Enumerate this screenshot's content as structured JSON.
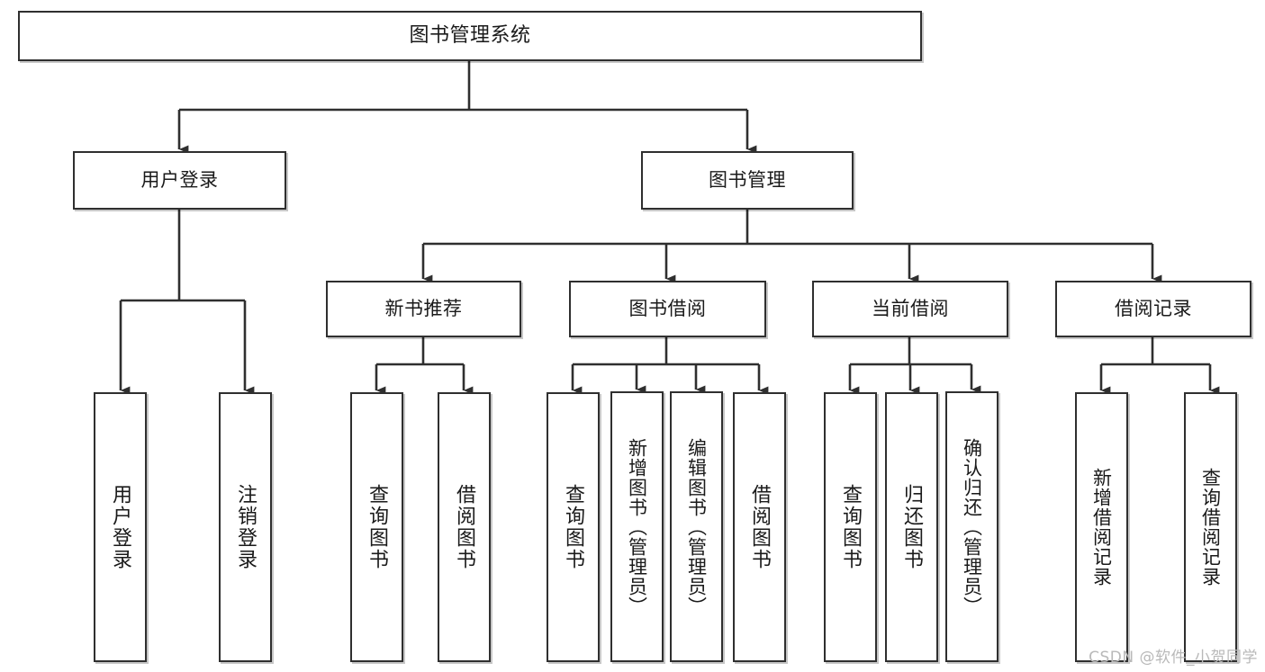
{
  "diagram": {
    "type": "tree",
    "title": "图书管理系统",
    "root": {
      "label": "图书管理系统"
    },
    "level2": [
      {
        "id": "user-login",
        "label": "用户登录"
      },
      {
        "id": "book-manage",
        "label": "图书管理"
      }
    ],
    "level3": [
      {
        "id": "new-book-rec",
        "label": "新书推荐",
        "parent": "book-manage"
      },
      {
        "id": "book-borrow",
        "label": "图书借阅",
        "parent": "book-manage"
      },
      {
        "id": "current-borrow",
        "label": "当前借阅",
        "parent": "book-manage"
      },
      {
        "id": "borrow-record",
        "label": "借阅记录",
        "parent": "book-manage"
      }
    ],
    "leaves": [
      {
        "id": "leaf-user-login",
        "label": "用户登录",
        "parent": "user-login"
      },
      {
        "id": "leaf-logout",
        "label": "注销登录",
        "parent": "user-login"
      },
      {
        "id": "leaf-query-book-1",
        "label": "查询图书",
        "parent": "new-book-rec"
      },
      {
        "id": "leaf-borrow-book-1",
        "label": "借阅图书",
        "parent": "new-book-rec"
      },
      {
        "id": "leaf-query-book-2",
        "label": "查询图书",
        "parent": "book-borrow"
      },
      {
        "id": "leaf-add-book",
        "label": "新增图书（管理员）",
        "parent": "book-borrow"
      },
      {
        "id": "leaf-edit-book",
        "label": "编辑图书（管理员）",
        "parent": "book-borrow"
      },
      {
        "id": "leaf-borrow-book-2",
        "label": "借阅图书",
        "parent": "book-borrow"
      },
      {
        "id": "leaf-query-book-3",
        "label": "查询图书",
        "parent": "current-borrow"
      },
      {
        "id": "leaf-return-book",
        "label": "归还图书",
        "parent": "current-borrow"
      },
      {
        "id": "leaf-confirm-return",
        "label": "确认归还（管理员）",
        "parent": "current-borrow"
      },
      {
        "id": "leaf-add-record",
        "label": "新增借阅记录",
        "parent": "borrow-record"
      },
      {
        "id": "leaf-query-record",
        "label": "查询借阅记录",
        "parent": "borrow-record"
      }
    ],
    "colors": {
      "box_border": "#2f2f2f",
      "box_fill": "#ffffff",
      "connector": "#2f2f2f",
      "text": "#1a1a1a",
      "watermark": "#b9b9b9",
      "background": "#ffffff"
    }
  },
  "watermark": {
    "text": "CSDN @软件_小贺同学"
  }
}
